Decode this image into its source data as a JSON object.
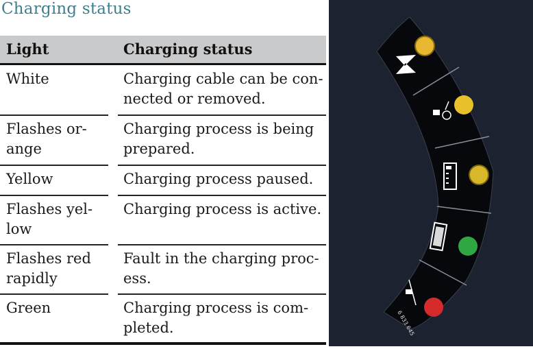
{
  "document": {
    "title": "Charging status",
    "table": {
      "headers": [
        "Light",
        "Charging status"
      ],
      "rows": [
        {
          "light": "White",
          "status": "Charging cable can be con-nected or removed."
        },
        {
          "light": "Flashes or-ange",
          "status": "Charging process is being prepared."
        },
        {
          "light": "Yellow",
          "status": "Charging process paused."
        },
        {
          "light": "Flashes yel-low",
          "status": "Charging process is active."
        },
        {
          "light": "Flashes red rapidly",
          "status": "Fault in the charging proc-ess."
        },
        {
          "light": "Green",
          "status": "Charging process is com-pleted."
        }
      ]
    }
  },
  "photo": {
    "serial_number": "6 833 645",
    "indicators": [
      {
        "icon": "hourglass-icon",
        "led_color": "#e8b830"
      },
      {
        "icon": "plug-timer-icon",
        "led_color": "#e8c02c"
      },
      {
        "icon": "battery-partial-icon",
        "led_color": "#d8b82a"
      },
      {
        "icon": "battery-full-icon",
        "led_color": "#2fa844"
      },
      {
        "icon": "plug-fault-icon",
        "led_color": "#d42a2a"
      }
    ],
    "title_color": "#3d7f8f"
  }
}
